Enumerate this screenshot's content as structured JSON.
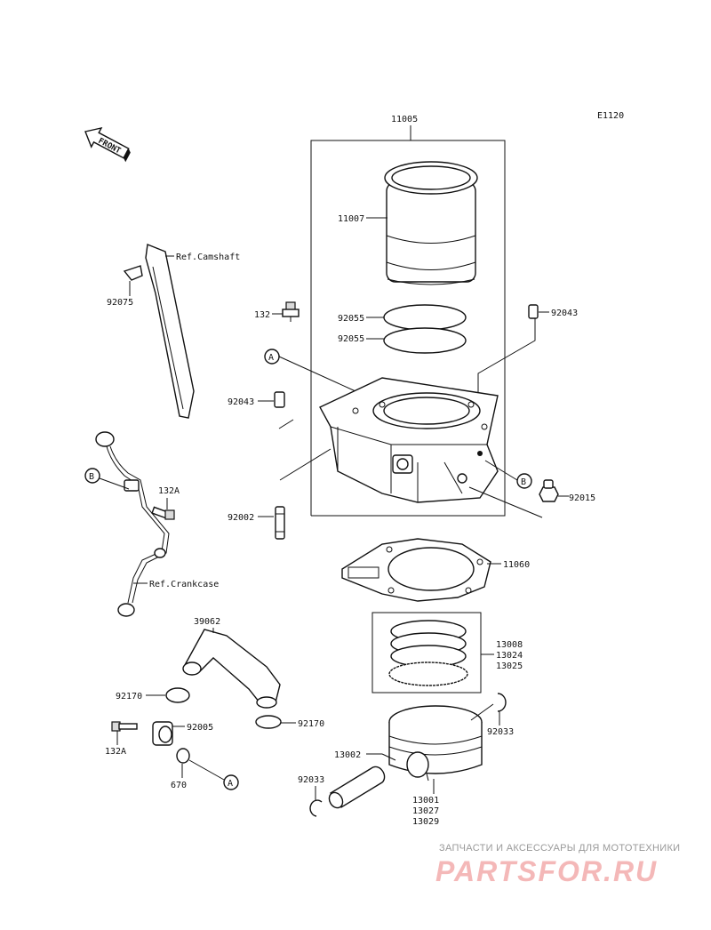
{
  "diagram_code": "E1120",
  "front_label": "FRONT",
  "refs": {
    "camshaft": "Ref.Camshaft",
    "crankcase": "Ref.Crankcase"
  },
  "callouts": {
    "A": "A",
    "B": "B"
  },
  "parts": {
    "p11005": "11005",
    "p11007": "11007",
    "p132": "132",
    "p92055a": "92055",
    "p92055b": "92055",
    "p92043a": "92043",
    "p92043b": "92043",
    "p92075": "92075",
    "p132A_top": "132A",
    "p92015": "92015",
    "p92002": "92002",
    "p11060": "11060",
    "p39062": "39062",
    "p13008": "13008",
    "p13024": "13024",
    "p13025": "13025",
    "p92170a": "92170",
    "p92170b": "92170",
    "p92005": "92005",
    "p132A_bottom": "132A",
    "p670": "670",
    "p92033a": "92033",
    "p92033b": "92033",
    "p13002": "13002",
    "p13001": "13001",
    "p13027": "13027",
    "p13029": "13029"
  },
  "watermark": {
    "tagline": "ЗАПЧАСТИ И АКСЕССУАРЫ ДЛЯ МОТОТЕХНИКИ",
    "site": "PARTSFOR.RU"
  }
}
